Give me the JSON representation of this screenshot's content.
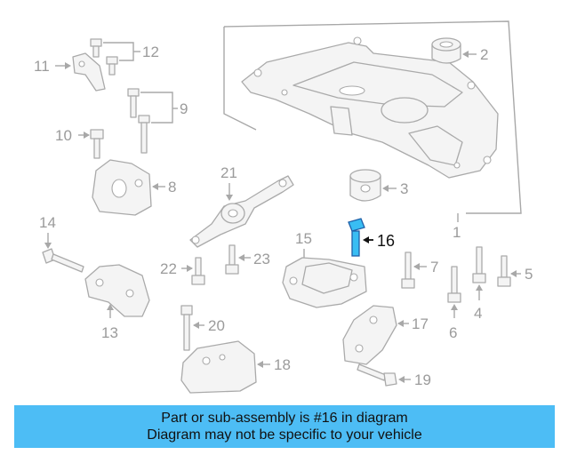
{
  "callouts": {
    "c1": "1",
    "c2": "2",
    "c3": "3",
    "c4": "4",
    "c5": "5",
    "c6": "6",
    "c7": "7",
    "c8": "8",
    "c9": "9",
    "c10": "10",
    "c11": "11",
    "c12": "12",
    "c13": "13",
    "c14": "14",
    "c15": "15",
    "c16": "16",
    "c17": "17",
    "c18": "18",
    "c19": "19",
    "c20": "20",
    "c21": "21",
    "c22": "22",
    "c23": "23"
  },
  "highlight_part": "16",
  "colors": {
    "highlight": "#39bdf3",
    "banner": "#4dbdf5",
    "callout_text": "#9b9b9b",
    "part_stroke": "#aaaaaa"
  },
  "banner": {
    "line1": "Part or sub-assembly is #16 in diagram",
    "line2": "Diagram may not be specific to your vehicle"
  }
}
